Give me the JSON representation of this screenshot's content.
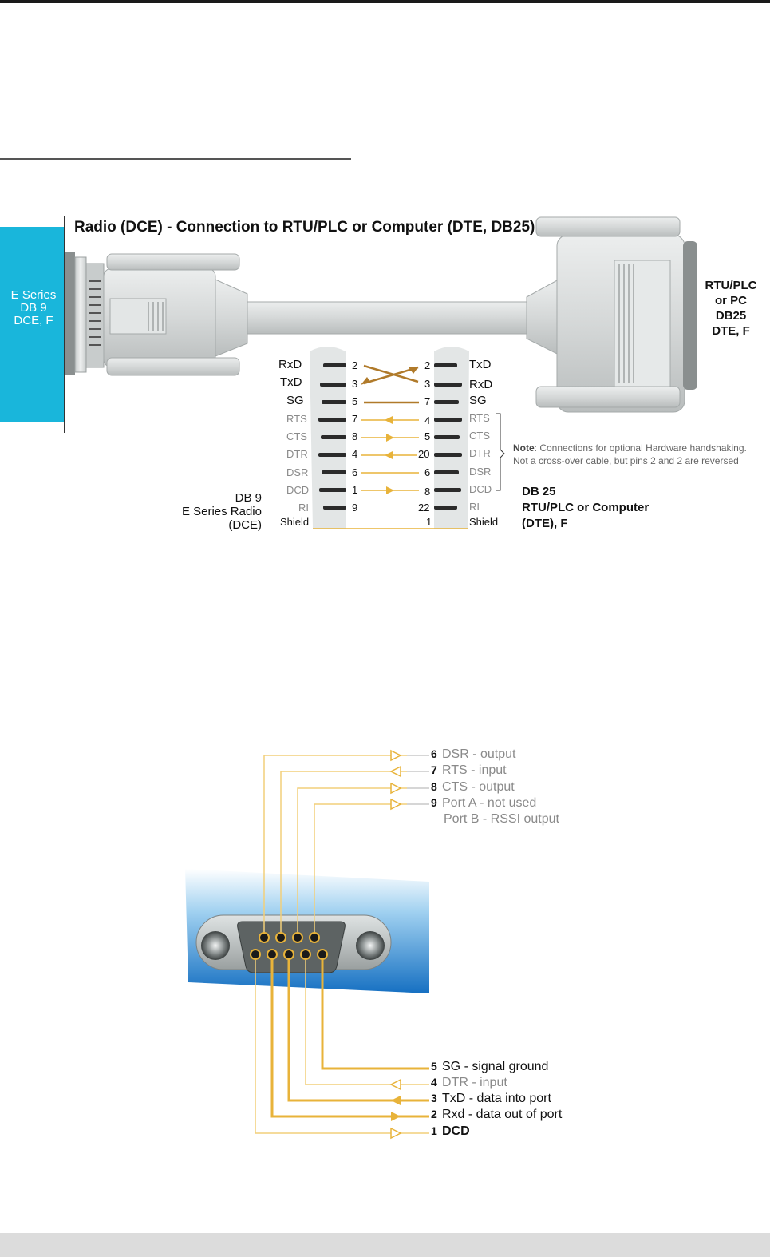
{
  "diagram1": {
    "title": "Radio (DCE) - Connection to RTU/PLC or Computer (DTE, DB25)",
    "left_tab": [
      "E Series",
      "DB 9",
      "DCE, F"
    ],
    "right_connector": [
      "RTU/PLC",
      "or PC",
      "DB25",
      "DTE, F"
    ],
    "db9_label": [
      "DB 9",
      "E Series Radio",
      "(DCE)"
    ],
    "db25_label": [
      "DB 25",
      "RTU/PLC or Computer",
      "(DTE), F"
    ],
    "note_bold": "Note",
    "note_line1": ": Connections for optional Hardware handshaking.",
    "note_line2": "Not a cross-over cable, but pins 2 and 2 are reversed",
    "rows": [
      {
        "left": "RxD",
        "lpin": "2",
        "rpin": "2",
        "right": "TxD",
        "strong": true
      },
      {
        "left": "TxD",
        "lpin": "3",
        "rpin": "3",
        "right": "RxD",
        "strong": true
      },
      {
        "left": "SG",
        "lpin": "5",
        "rpin": "7",
        "right": "SG",
        "strong": true
      },
      {
        "left": "RTS",
        "lpin": "7",
        "rpin": "4",
        "right": "RTS",
        "strong": false
      },
      {
        "left": "CTS",
        "lpin": "8",
        "rpin": "5",
        "right": "CTS",
        "strong": false
      },
      {
        "left": "DTR",
        "lpin": "4",
        "rpin": "20",
        "right": "DTR",
        "strong": false
      },
      {
        "left": "DSR",
        "lpin": "6",
        "rpin": "6",
        "right": "DSR",
        "strong": false
      },
      {
        "left": "DCD",
        "lpin": "1",
        "rpin": "8",
        "right": "DCD",
        "strong": false
      },
      {
        "left": "RI",
        "lpin": "9",
        "rpin": "22",
        "right": "RI",
        "strong": false
      },
      {
        "left": "Shield",
        "lpin": "",
        "rpin": "1",
        "right": "Shield",
        "strong": true
      }
    ]
  },
  "diagram2": {
    "top_pins": [
      {
        "num": "6",
        "text": "DSR - output"
      },
      {
        "num": "7",
        "text": "RTS - input"
      },
      {
        "num": "8",
        "text": "CTS - output"
      },
      {
        "num": "9",
        "text": "Port A - not used"
      }
    ],
    "top_extra": "Port B - RSSI output",
    "bottom_pins": [
      {
        "num": "5",
        "text": "SG - signal ground",
        "strong": true
      },
      {
        "num": "4",
        "text": "DTR - input",
        "strong": false
      },
      {
        "num": "3",
        "text": "TxD - data into port",
        "strong": true
      },
      {
        "num": "2",
        "text": "Rxd - data out of port",
        "strong": true
      },
      {
        "num": "1",
        "text": "DCD",
        "strong": true
      }
    ]
  },
  "colors": {
    "accent_cyan": "#19b6db",
    "wire_orange": "#e8b33a",
    "arrow_brown": "#b07a2a",
    "connector_grey": "#d7d9d9",
    "blue_panel": "#1f7fc7"
  }
}
